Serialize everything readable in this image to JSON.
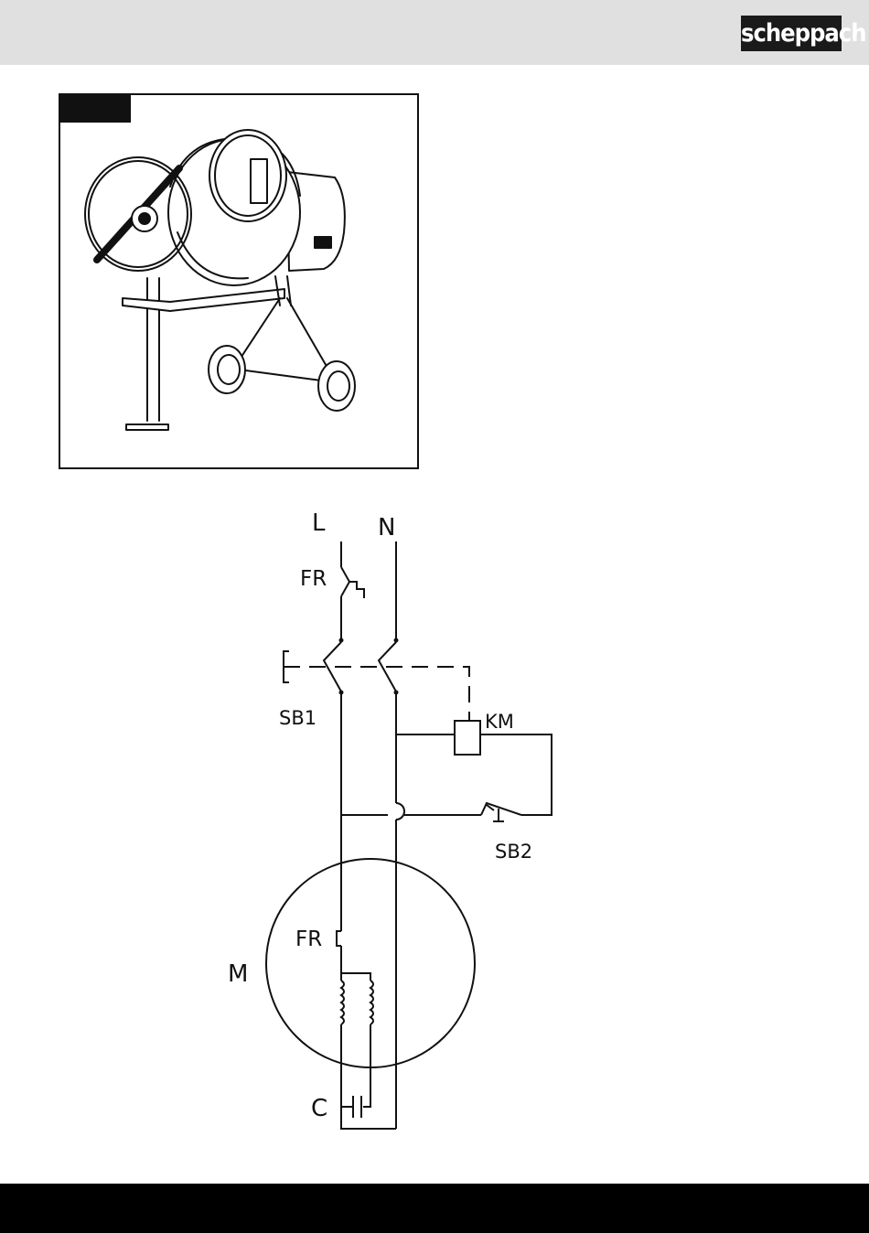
{
  "header": {
    "logo_text": "scheppach"
  },
  "figure": {
    "tab_label": ""
  },
  "schematic": {
    "labels": {
      "L": "L",
      "N": "N",
      "FR_top": "FR",
      "SB1": "SB1",
      "KM": "KM",
      "SB2": "SB2",
      "FR_motor": "FR",
      "M": "M",
      "C": "C"
    }
  }
}
